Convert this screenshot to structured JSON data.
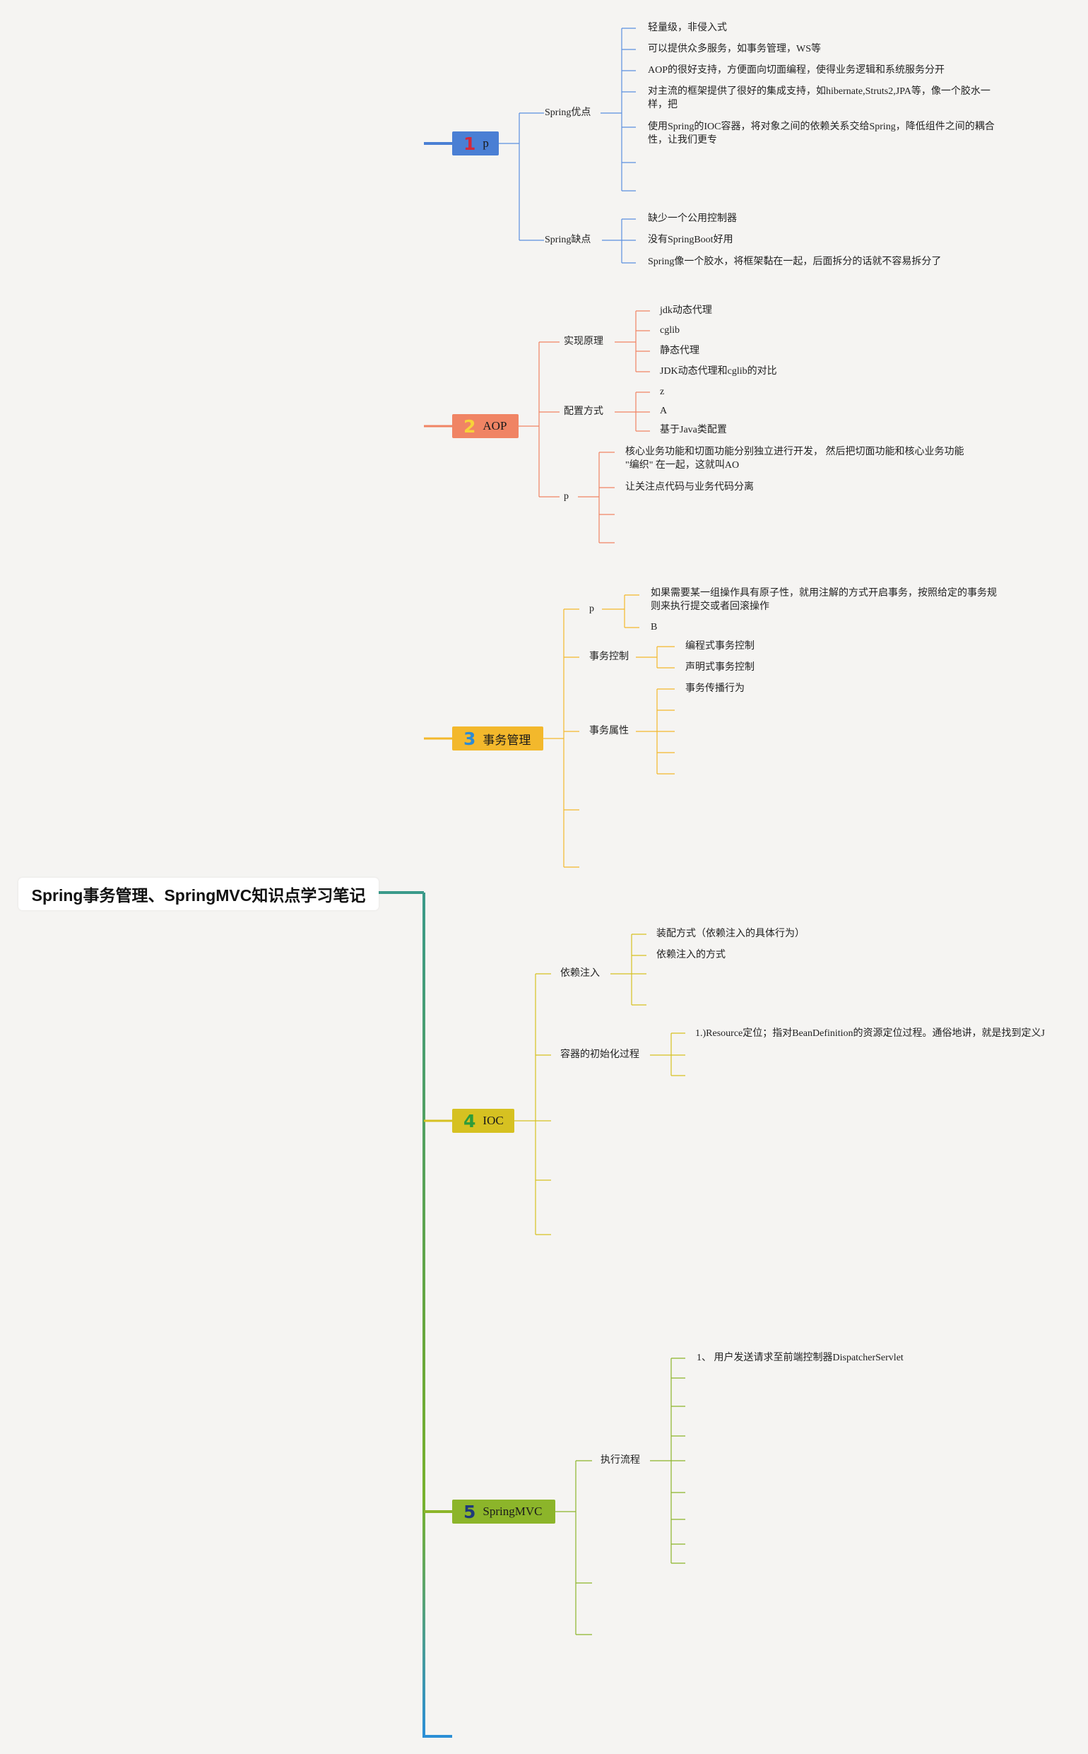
{
  "root": {
    "title": "Spring事务管理、SpringMVC知识点学习笔记"
  },
  "branches": [
    {
      "num": "1",
      "label": "p",
      "color": "#4a7fd4",
      "numColor": "#d3283a"
    },
    {
      "num": "2",
      "label": "AOP",
      "color": "#f08464",
      "numColor": "#f7d23a"
    },
    {
      "num": "3",
      "label": "事务管理",
      "color": "#f3b82c",
      "numColor": "#2d8bd4"
    },
    {
      "num": "4",
      "label": "IOC",
      "color": "#d6c121",
      "numColor": "#2e9c3a"
    },
    {
      "num": "5",
      "label": "SpringMVC",
      "color": "#8cb52a",
      "numColor": "#1f3a7a"
    }
  ],
  "spring": {
    "advantages": {
      "label": "Spring优点",
      "items": [
        "轻量级，非侵入式",
        "可以提供众多服务，如事务管理，WS等",
        "AOP的很好支持，方便面向切面编程，使得业务逻辑和系统服务分开",
        "对主流的框架提供了很好的集成支持，如hibernate,Struts2,JPA等，像一个胶水一样，把",
        "使用Spring的IOC容器，将对象之间的依赖关系交给Spring，降低组件之间的耦合性，让我们更专"
      ]
    },
    "disadvantages": {
      "label": "Spring缺点",
      "items": [
        "缺少一个公用控制器",
        "没有SpringBoot好用",
        "Spring像一个胶水，将框架黏在一起，后面拆分的话就不容易拆分了"
      ]
    }
  },
  "aop": {
    "principle": {
      "label": "实现原理",
      "items": [
        "jdk动态代理",
        "cglib",
        "静态代理",
        "JDK动态代理和cglib的对比"
      ]
    },
    "config": {
      "label": "配置方式",
      "items": [
        "z",
        "A",
        "基于Java类配置"
      ]
    },
    "concept": {
      "label": "p",
      "items": [
        "核心业务功能和切面功能分别独立进行开发， 然后把切面功能和核心业务功能 \"编织\" 在一起，这就叫AO",
        "让关注点代码与业务代码分离"
      ]
    }
  },
  "transaction": {
    "concept": {
      "label": "p",
      "items": [
        "如果需要某一组操作具有原子性，就用注解的方式开启事务，按照给定的事务规则来执行提交或者回滚操作",
        "B"
      ]
    },
    "control": {
      "label": "事务控制",
      "items": [
        "编程式事务控制",
        "声明式事务控制"
      ]
    },
    "attributes": {
      "label": "事务属性",
      "items": [
        "事务传播行为"
      ]
    }
  },
  "ioc": {
    "di": {
      "label": "依赖注入",
      "items": [
        "装配方式（依赖注入的具体行为）",
        "依赖注入的方式"
      ]
    },
    "init": {
      "label": "容器的初始化过程",
      "items": [
        "1.)Resource定位；指对BeanDefinition的资源定位过程。通俗地讲，就是找到定义J"
      ]
    }
  },
  "mvc": {
    "flow": {
      "label": "执行流程",
      "items": [
        "1、 用户发送请求至前端控制器DispatcherServlet"
      ]
    }
  }
}
